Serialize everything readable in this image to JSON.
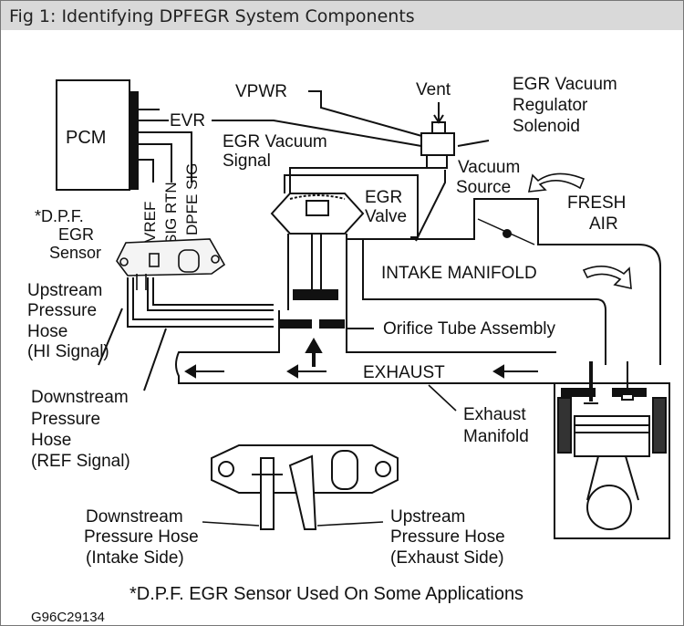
{
  "header": {
    "title": "Fig 1: Identifying DPFEGR System Components"
  },
  "labels": {
    "pcm": "PCM",
    "evr": "EVR",
    "vpwr": "VPWR",
    "vent": "Vent",
    "egr_vac_reg_1": "EGR Vacuum",
    "egr_vac_reg_2": "Regulator",
    "egr_vac_reg_3": "Solenoid",
    "egr_vac_sig_1": "EGR Vacuum",
    "egr_vac_sig_2": "Signal",
    "vac_source_1": "Vacuum",
    "vac_source_2": "Source",
    "egr_valve_1": "EGR",
    "egr_valve_2": "Valve",
    "fresh_air_1": "FRESH",
    "fresh_air_2": "AIR",
    "vref": "VREF",
    "sig_rtn": "SIG RTN",
    "dpfe_sig": "DPFE SIG",
    "dpf_sensor_1": "*D.P.F.",
    "dpf_sensor_2": "EGR",
    "dpf_sensor_3": "Sensor",
    "intake_manifold": "INTAKE MANIFOLD",
    "upstream_1": "Upstream",
    "upstream_2": "Pressure",
    "upstream_3": "Hose",
    "upstream_4": "(HI Signal)",
    "orifice": "Orifice Tube Assembly",
    "exhaust": "EXHAUST",
    "downstream_1": "Downstream",
    "downstream_2": "Pressure",
    "downstream_3": "Hose",
    "downstream_4": "(REF Signal)",
    "exh_manifold_1": "Exhaust",
    "exh_manifold_2": "Manifold",
    "ds_hose_1": "Downstream",
    "ds_hose_2": "Pressure Hose",
    "ds_hose_3": "(Intake Side)",
    "us_hose_1": "Upstream",
    "us_hose_2": "Pressure Hose",
    "us_hose_3": "(Exhaust Side)",
    "footnote": "*D.P.F. EGR Sensor Used On Some Applications",
    "figure_id": "G96C29134"
  }
}
